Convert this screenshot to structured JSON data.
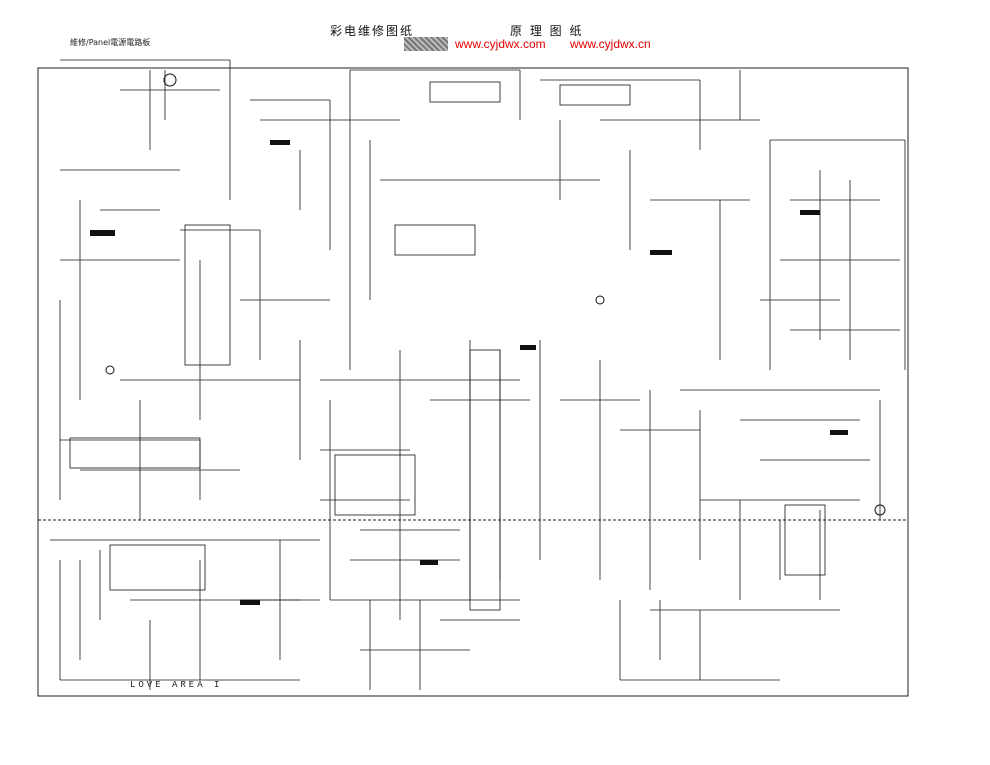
{
  "header": {
    "title_left": "彩电维修图纸",
    "title_right": "原 理 图 纸",
    "note": "維修/Panel電源電路板",
    "watermark_1": "www.cyjdwx.com",
    "watermark_2": "www.cyjdwx.cn"
  },
  "footer": {
    "area_label": "LOVE AREA I"
  },
  "colors": {
    "ink": "#111111",
    "watermark": "#e00000",
    "background": "#ffffff"
  }
}
